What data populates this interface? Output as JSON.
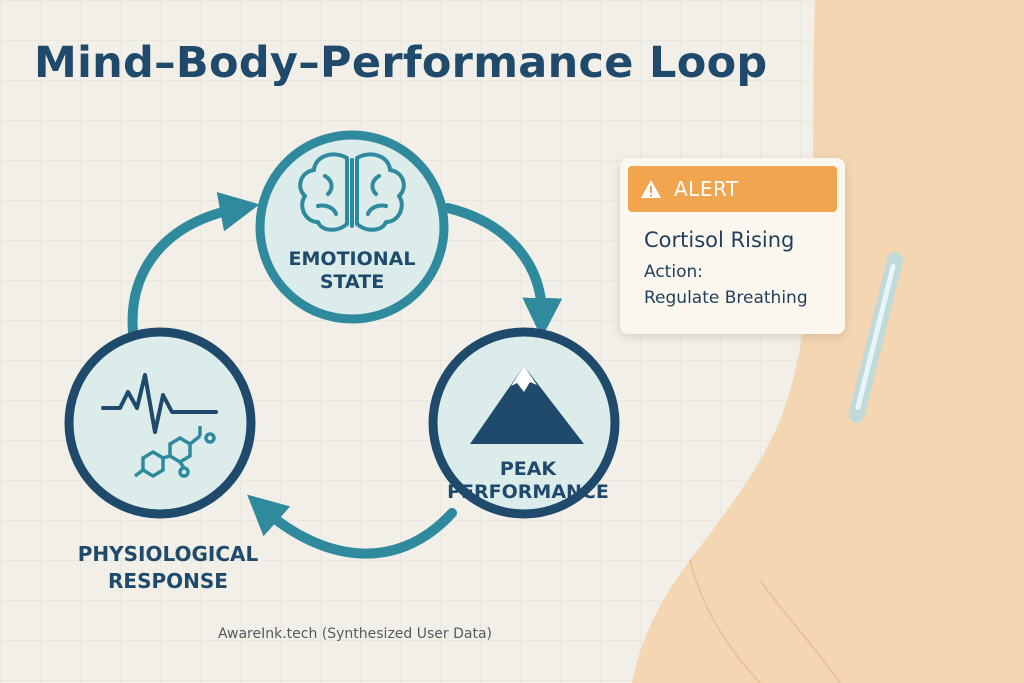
{
  "title": "Mind–Body–Performance Loop",
  "nodes": {
    "emotional": {
      "label": "EMOTIONAL STATE",
      "icon": "brain-icon"
    },
    "peak": {
      "label": "PEAK PERFORMANCE",
      "icon": "mountain-icon"
    },
    "physio": {
      "label": "PHYSIOLOGICAL RESPONSE",
      "icon": "heartbeat-molecule-icon"
    }
  },
  "alert": {
    "badge": "ALERT",
    "title": "Cortisol Rising",
    "action_label": "Action:",
    "action": "Regulate Breathing"
  },
  "footer": "AwareInk.tech (Synthesized User Data)",
  "colors": {
    "primary": "#1f4a6b",
    "teal": "#2e8a9c",
    "accent_alert": "#f1a54e",
    "background": "#f2efe8",
    "skin": "#f4d6b3"
  }
}
